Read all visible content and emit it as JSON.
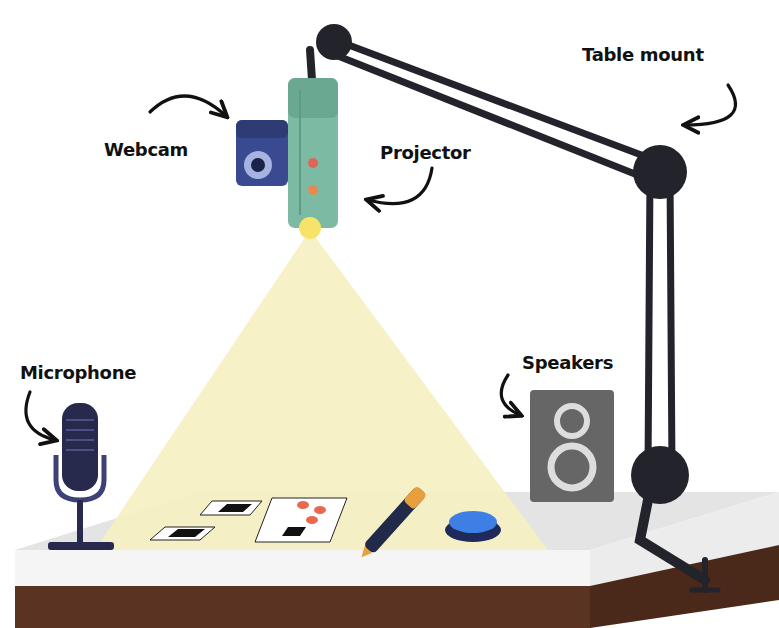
{
  "diagram": {
    "labels": [
      "Webcam",
      "Projector",
      "Table mount",
      "Microphone",
      "Speakers"
    ]
  }
}
